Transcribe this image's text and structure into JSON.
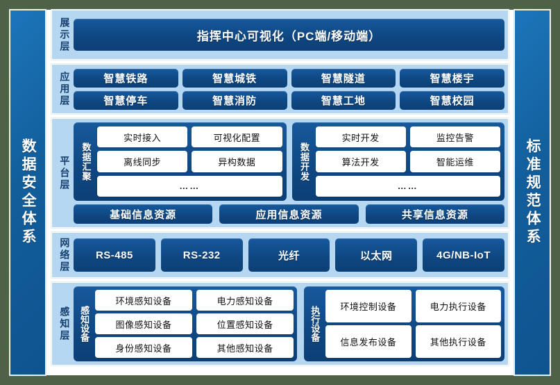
{
  "left_pillar": {
    "label": "数据安全体系"
  },
  "right_pillar": {
    "label": "标准规范体系"
  },
  "layers": {
    "display": {
      "label": "展示层",
      "bar": "指挥中心可视化（PC端/移动端）"
    },
    "application": {
      "label": "应用层",
      "row1": [
        "智慧铁路",
        "智慧城铁",
        "智慧隧道",
        "智慧楼宇"
      ],
      "row2": [
        "智慧停车",
        "智慧消防",
        "智慧工地",
        "智慧校园"
      ]
    },
    "platform": {
      "label": "平台层",
      "groups": [
        {
          "label": "数据汇聚",
          "row1": [
            "实时接入",
            "可视化配置"
          ],
          "row2": [
            "离线同步",
            "异构数据"
          ],
          "row3": [
            "……"
          ]
        },
        {
          "label": "数据开发",
          "row1": [
            "实时开发",
            "监控告警"
          ],
          "row2": [
            "算法开发",
            "智能运维"
          ],
          "row3": [
            "……"
          ]
        }
      ],
      "resources": [
        "基础信息资源",
        "应用信息资源",
        "共享信息资源"
      ]
    },
    "network": {
      "label": "网络层",
      "items": [
        "RS-485",
        "RS-232",
        "光纤",
        "以太网",
        "4G/NB-IoT"
      ]
    },
    "sensing": {
      "label": "感知层",
      "groups": [
        {
          "label": "感知设备",
          "row1": [
            "环境感知设备",
            "电力感知设备"
          ],
          "row2": [
            "图像感知设备",
            "位置感知设备"
          ],
          "row3": [
            "身份感知设备",
            "其他感知设备"
          ]
        },
        {
          "label": "执行设备",
          "row1": [
            "环境控制设备",
            "电力执行设备"
          ],
          "row2": [
            "信息发布设备",
            "其他执行设备"
          ]
        }
      ]
    }
  },
  "colors": {
    "page_background": "#4f6247",
    "canvas": "#ffffff",
    "layer_container": "#b6d7f2",
    "navy_box": "#0f4782",
    "pillar": "#125e9b",
    "white_cell": "#ffffff",
    "layer_label_text": "#15406e"
  }
}
